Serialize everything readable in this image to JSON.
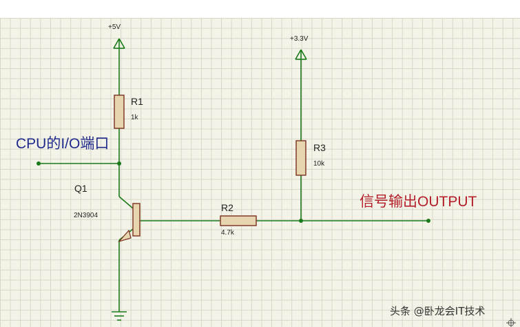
{
  "colors": {
    "wire": "#1a7a1a",
    "resistor_fill": "#e7d5b0",
    "resistor_stroke": "#7a2f1f",
    "input_label": "#1f2a8c",
    "output_label": "#b51f2a",
    "grid_background": "#f3f3e8",
    "grid_line": "#d7d7c8"
  },
  "supplies": {
    "vcc5": "+5V",
    "vcc33": "+3.3V"
  },
  "components": {
    "r1": {
      "name": "R1",
      "value": "1k"
    },
    "r2": {
      "name": "R2",
      "value": "4.7k"
    },
    "r3": {
      "name": "R3",
      "value": "10k"
    },
    "q1": {
      "name": "Q1",
      "part": "2N3904"
    }
  },
  "labels": {
    "input": "CPU的I/O端口",
    "output": "信号输出OUTPUT"
  },
  "watermark": "头条 @卧龙会IT技术"
}
